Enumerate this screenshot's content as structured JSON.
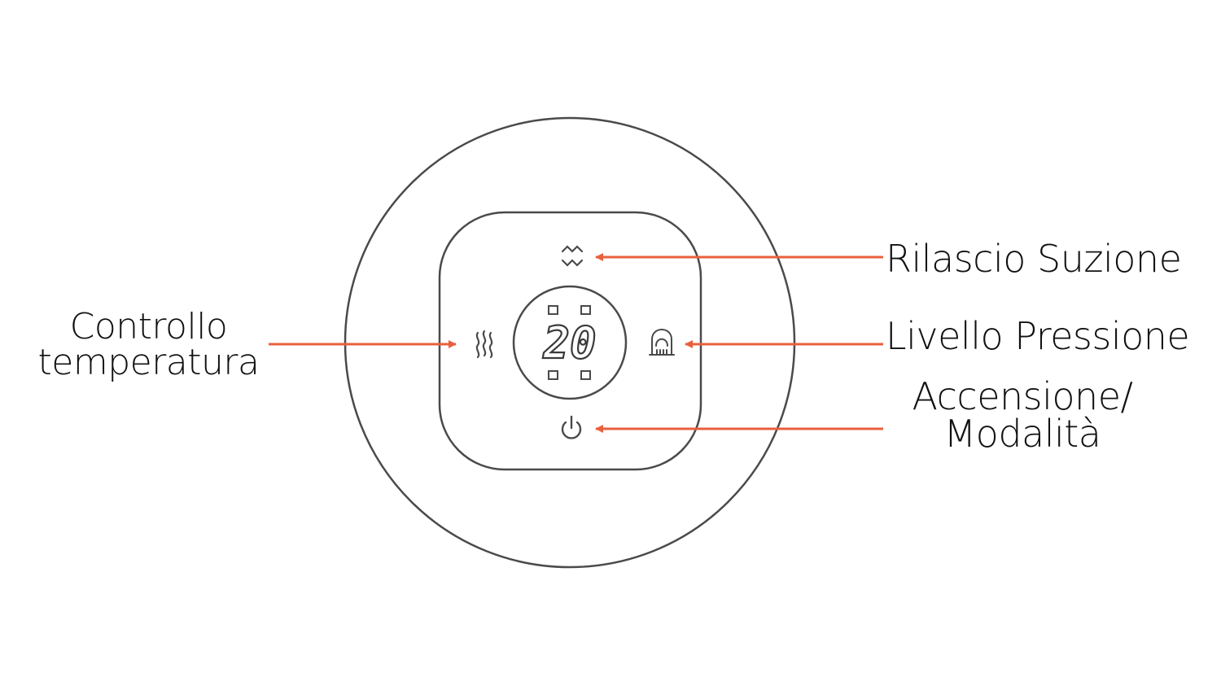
{
  "labels": {
    "temperature_line1": "Controllo",
    "temperature_line2": "temperatura",
    "suction_release": "Rilascio Suzione",
    "pressure_level": "Livello Pressione",
    "power_line1": "Accensione/",
    "power_line2": "Modalità"
  },
  "display": {
    "value": "20"
  },
  "icons": {
    "top": "suction-release-icon",
    "left": "heat-waves-icon",
    "right": "pressure-level-icon",
    "bottom": "power-icon"
  },
  "colors": {
    "arrow": "#e8603c",
    "outline": "#4a4a4a",
    "text": "#111111",
    "background": "#ffffff"
  }
}
